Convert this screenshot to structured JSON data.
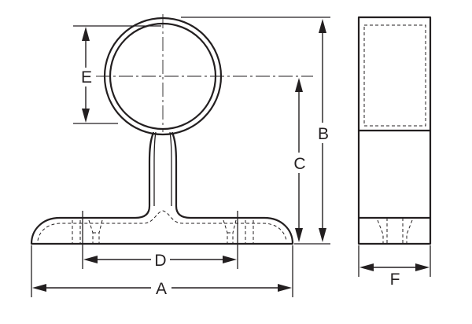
{
  "labels": {
    "a": "A",
    "b": "B",
    "c": "C",
    "d": "D",
    "e": "E",
    "f": "F"
  },
  "colors": {
    "ink": "#231f20",
    "background": "#ffffff"
  }
}
